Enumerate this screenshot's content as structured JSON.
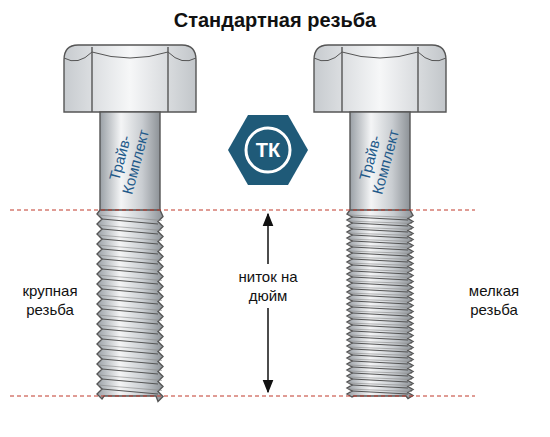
{
  "diagram": {
    "title": "Стандартная резьба",
    "labels": [
      "Трайв-Комплект",
      "Трайв-Комплект",
      "ТК",
      "ниток на дюйм",
      "крупная резьба",
      "мелкая резьба"
    ]
  }
}
